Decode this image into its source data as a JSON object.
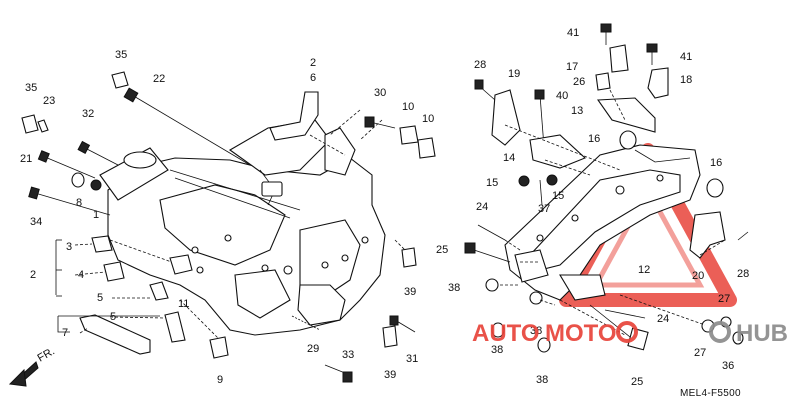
{
  "diagram_code": "MEL4-F5500",
  "direction_label": "FR.",
  "callouts": {
    "c35a": "35",
    "c35b": "35",
    "c22": "22",
    "c23": "23",
    "c32": "32",
    "c21": "21",
    "c8": "8",
    "c1": "1",
    "c34": "34",
    "c3": "3",
    "c2": "2",
    "c4": "4",
    "c5a": "5",
    "c5b": "5",
    "c11": "11",
    "c7": "7",
    "c9": "9",
    "c2top": "2",
    "c6": "6",
    "c30": "30",
    "c10a": "10",
    "c10b": "10",
    "c39a": "39",
    "c29": "29",
    "c31": "31",
    "c33": "33",
    "c39b": "39",
    "c41a": "41",
    "c41b": "41",
    "c17": "17",
    "c18": "18",
    "c26": "26",
    "c28a": "28",
    "c19": "19",
    "c40": "40",
    "c13": "13",
    "c16a": "16",
    "c16b": "16",
    "c14": "14",
    "c15a": "15",
    "c15b": "15",
    "c37": "37",
    "c24a": "24",
    "c25a": "25",
    "c12": "12",
    "c20": "20",
    "c28b": "28",
    "c38a": "38",
    "c38b": "38",
    "c38c": "38",
    "c38d": "38",
    "c27a": "27",
    "c27b": "27",
    "c24b": "24",
    "c36": "36",
    "c25b": "25"
  },
  "watermark": {
    "word_auto": "AUTO",
    "word_moto": "MOTO",
    "word_hub": "HUB",
    "color_red": "#e8443a",
    "color_grey": "#8c8c8c"
  }
}
